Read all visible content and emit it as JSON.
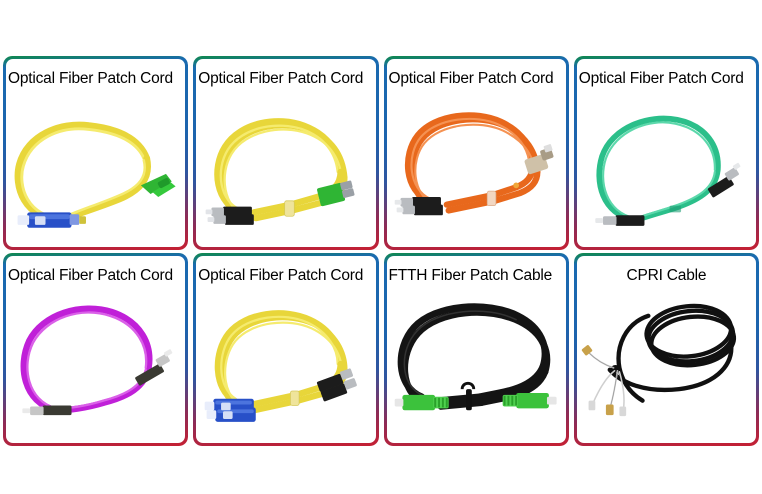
{
  "page": {
    "layout": "product-photo-grid",
    "columns": 4,
    "rows": 2,
    "background_color": "#ffffff"
  },
  "border_style": {
    "top_color": "#0f8a4a",
    "upper_color": "#1a6ab0",
    "mid_color": "#1c63ad",
    "lower_color": "#8e2a55",
    "bottom_color": "#c52033"
  },
  "cards": [
    {
      "id": "card-1",
      "title": "Optical Fiber Patch Cord",
      "title_align": "left",
      "product": {
        "cable_color": "#f2e23c",
        "cable_type": "simplex",
        "connector_left": "SC-UPC",
        "connector_left_color": "#2850c8",
        "connector_right": "LC-APC",
        "connector_right_color": "#2fb534"
      }
    },
    {
      "id": "card-2",
      "title": "Optical Fiber Patch Cord",
      "title_align": "left",
      "product": {
        "cable_color": "#f2e23c",
        "cable_type": "duplex",
        "connector_left": "FC-UPC",
        "connector_left_color": "#1c1c1c",
        "connector_right": "FC-APC",
        "connector_right_color": "#2fb534"
      }
    },
    {
      "id": "card-3",
      "title": "Optical Fiber Patch Cord",
      "title_align": "left",
      "product": {
        "cable_color": "#e8681c",
        "cable_type": "duplex",
        "connector_left": "FC-UPC",
        "connector_left_color": "#1c1c1c",
        "connector_right": "LC-UPC",
        "connector_right_color": "#cfc1a8"
      }
    },
    {
      "id": "card-4",
      "title": "Optical Fiber Patch Cord",
      "title_align": "left",
      "product": {
        "cable_color": "#2bbf8a",
        "cable_type": "simplex",
        "connector_left": "FC-UPC",
        "connector_left_color": "#1c1c1c",
        "connector_right": "FC-UPC",
        "connector_right_color": "#1c1c1c"
      }
    },
    {
      "id": "card-5",
      "title": "Optical Fiber Patch Cord",
      "title_align": "left",
      "product": {
        "cable_color": "#c020d8",
        "cable_type": "simplex",
        "connector_left": "FC-UPC",
        "connector_left_color": "#2a2a2a",
        "connector_right": "FC-UPC",
        "connector_right_color": "#2a2a2a"
      }
    },
    {
      "id": "card-6",
      "title": "Optical Fiber Patch Cord",
      "title_align": "left",
      "product": {
        "cable_color": "#f2e23c",
        "cable_type": "duplex",
        "connector_left": "SC-UPC",
        "connector_left_color": "#2850c8",
        "connector_right": "ST-UPC",
        "connector_right_color": "#1c1c1c"
      }
    },
    {
      "id": "card-7",
      "title": "FTTH Fiber Patch Cable",
      "title_align": "left",
      "product": {
        "cable_color": "#141414",
        "cable_type": "drop-cable",
        "connector_left": "SC-APC",
        "connector_left_color": "#3cc23c",
        "connector_right": "SC-APC",
        "connector_right_color": "#3cc23c"
      }
    },
    {
      "id": "card-8",
      "title": "CPRI Cable",
      "title_align": "center",
      "product": {
        "cable_color": "#101010",
        "cable_type": "breakout-fanout",
        "connector_left": "LC-pigtail",
        "connector_left_color": "#c8a14a",
        "connector_right": "bare-fiber",
        "connector_right_color": "#d8d8d8"
      }
    }
  ]
}
